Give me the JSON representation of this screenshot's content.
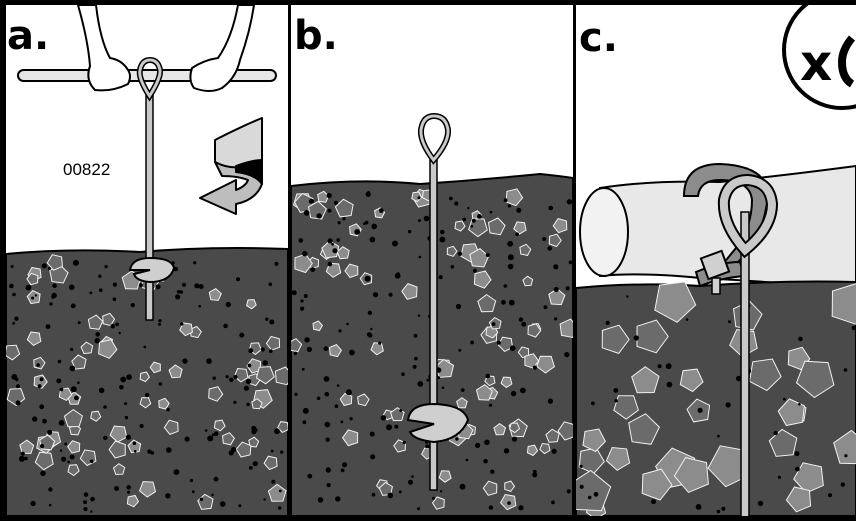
{
  "panels": [
    {
      "letter": "a."
    },
    {
      "letter": "b."
    },
    {
      "letter": "c."
    }
  ],
  "part_code": "00822",
  "quantity_badge": "x",
  "colors": {
    "soil": "#4a4a4a",
    "stone_light": "#8c8c8c",
    "stone_dark": "#6b6b6b",
    "metal": "#c9c9c9",
    "outline": "#000000",
    "background": "#ffffff",
    "pipe": "#e0e0e0"
  },
  "icons": [
    "rotate-arrow-icon",
    "ground-anchor-icon",
    "hands-icon",
    "bar-handle-icon",
    "pipe-icon",
    "strap-icon",
    "clamp-icon"
  ]
}
